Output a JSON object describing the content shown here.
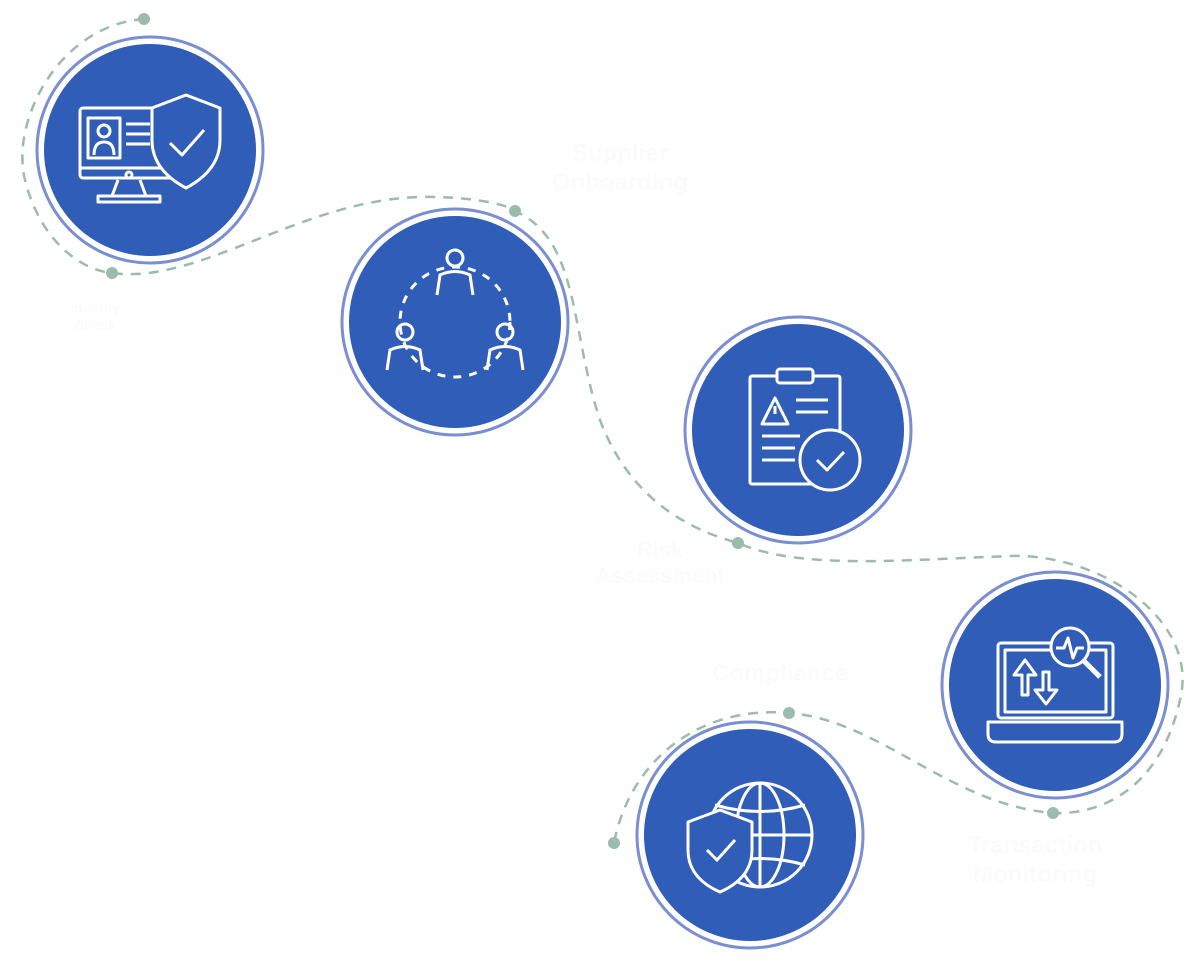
{
  "steps": [
    {
      "title_line1": "Identity",
      "title_line2": "Check",
      "icon": "monitor-shield-icon"
    },
    {
      "title_line1": "Supplier",
      "title_line2": "Onboarding",
      "icon": "team-network-icon"
    },
    {
      "title_line1": "Risk",
      "title_line2": "Assessment",
      "icon": "clipboard-warning-check-icon"
    },
    {
      "title_line1": "Transaction",
      "title_line2": "Monitoring",
      "icon": "laptop-analytics-icon"
    },
    {
      "title_line1": "Compliance",
      "title_line2": "",
      "icon": "globe-shield-icon"
    }
  ],
  "colors": {
    "circle": "#2f5db8",
    "ring": "#7a8ed2",
    "path": "#9bbcad",
    "icon": "#ffffff"
  }
}
